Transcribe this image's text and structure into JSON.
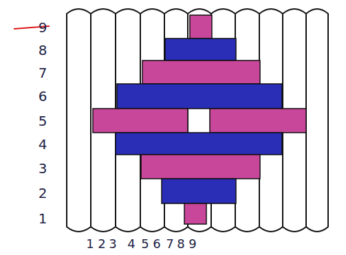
{
  "diagram": {
    "labels": [
      "9",
      "8",
      "7",
      "6",
      "5",
      "4",
      "3",
      "2",
      "1",
      "1",
      "2",
      "3",
      "4",
      "5",
      "6",
      "7",
      "8",
      "9"
    ]
  }
}
